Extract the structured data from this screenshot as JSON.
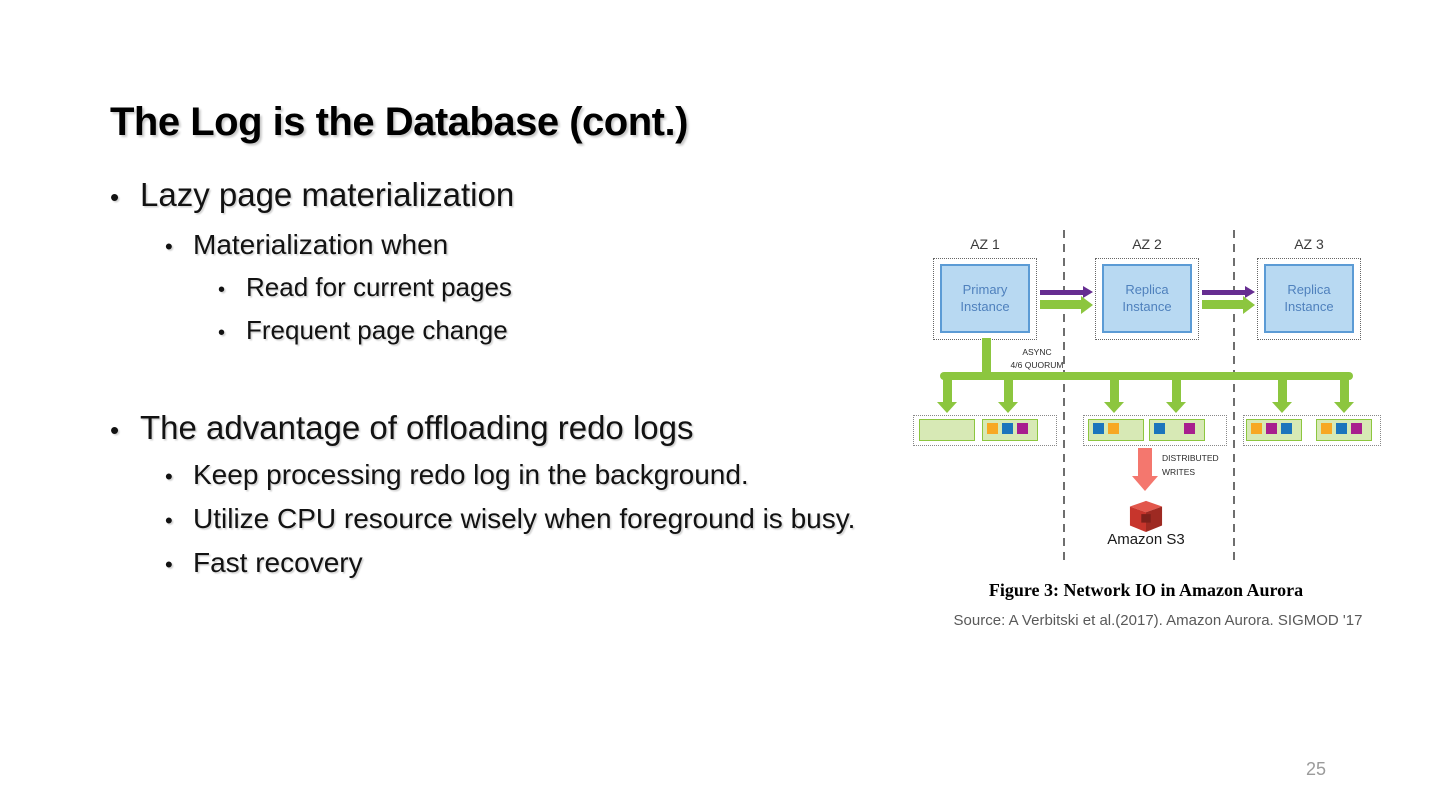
{
  "slide": {
    "title": "The Log is the Database (cont.)",
    "page_number": "25",
    "bullet_marker": "•"
  },
  "bullets": {
    "level1_a": "Lazy page materialization",
    "level2_a1": "Materialization when",
    "level3_a1": "Read for current pages",
    "level3_a2": "Frequent page change",
    "level1_b": "The advantage of offloading redo logs",
    "level2_b1": "Keep processing redo log in the background.",
    "level2_b2": "Utilize CPU resource wisely when foreground is busy.",
    "level2_b3": "Fast recovery"
  },
  "figure": {
    "az_labels": [
      "AZ 1",
      "AZ 2",
      "AZ 3"
    ],
    "instances": [
      "Primary Instance",
      "Replica Instance",
      "Replica Instance"
    ],
    "async_label_line1": "ASYNC",
    "async_label_line2": "4/6 QUORUM",
    "distributed_writes_line1": "DISTRIBUTED",
    "distributed_writes_line2": "WRITES",
    "s3_label": "Amazon S3",
    "caption": "Figure 3: Network IO in Amazon Aurora",
    "source": "Source: A Verbitski et al.(2017). Amazon Aurora. SIGMOD '17",
    "colors": {
      "green": "#8cc63f",
      "purple": "#662d91",
      "salmon": "#f4776e",
      "instance_fill": "#b8d9f2",
      "instance_border": "#5b9bd5",
      "instance_text": "#4f81bd",
      "segment_fill": "#d7e9b5",
      "square_orange": "#f7a823",
      "square_blue": "#1c75bc",
      "square_magenta": "#a81e8e",
      "s3_red": "#c7352c"
    },
    "segments": [
      {
        "squares": []
      },
      {
        "squares": [
          "orange",
          "blue",
          "magenta"
        ]
      },
      {
        "squares": [
          "blue",
          "orange"
        ]
      },
      {
        "squares": [
          "blue",
          "gap",
          "magenta"
        ]
      },
      {
        "squares": [
          "orange",
          "magenta",
          "blue"
        ]
      },
      {
        "squares": [
          "orange",
          "blue",
          "magenta"
        ]
      }
    ]
  }
}
